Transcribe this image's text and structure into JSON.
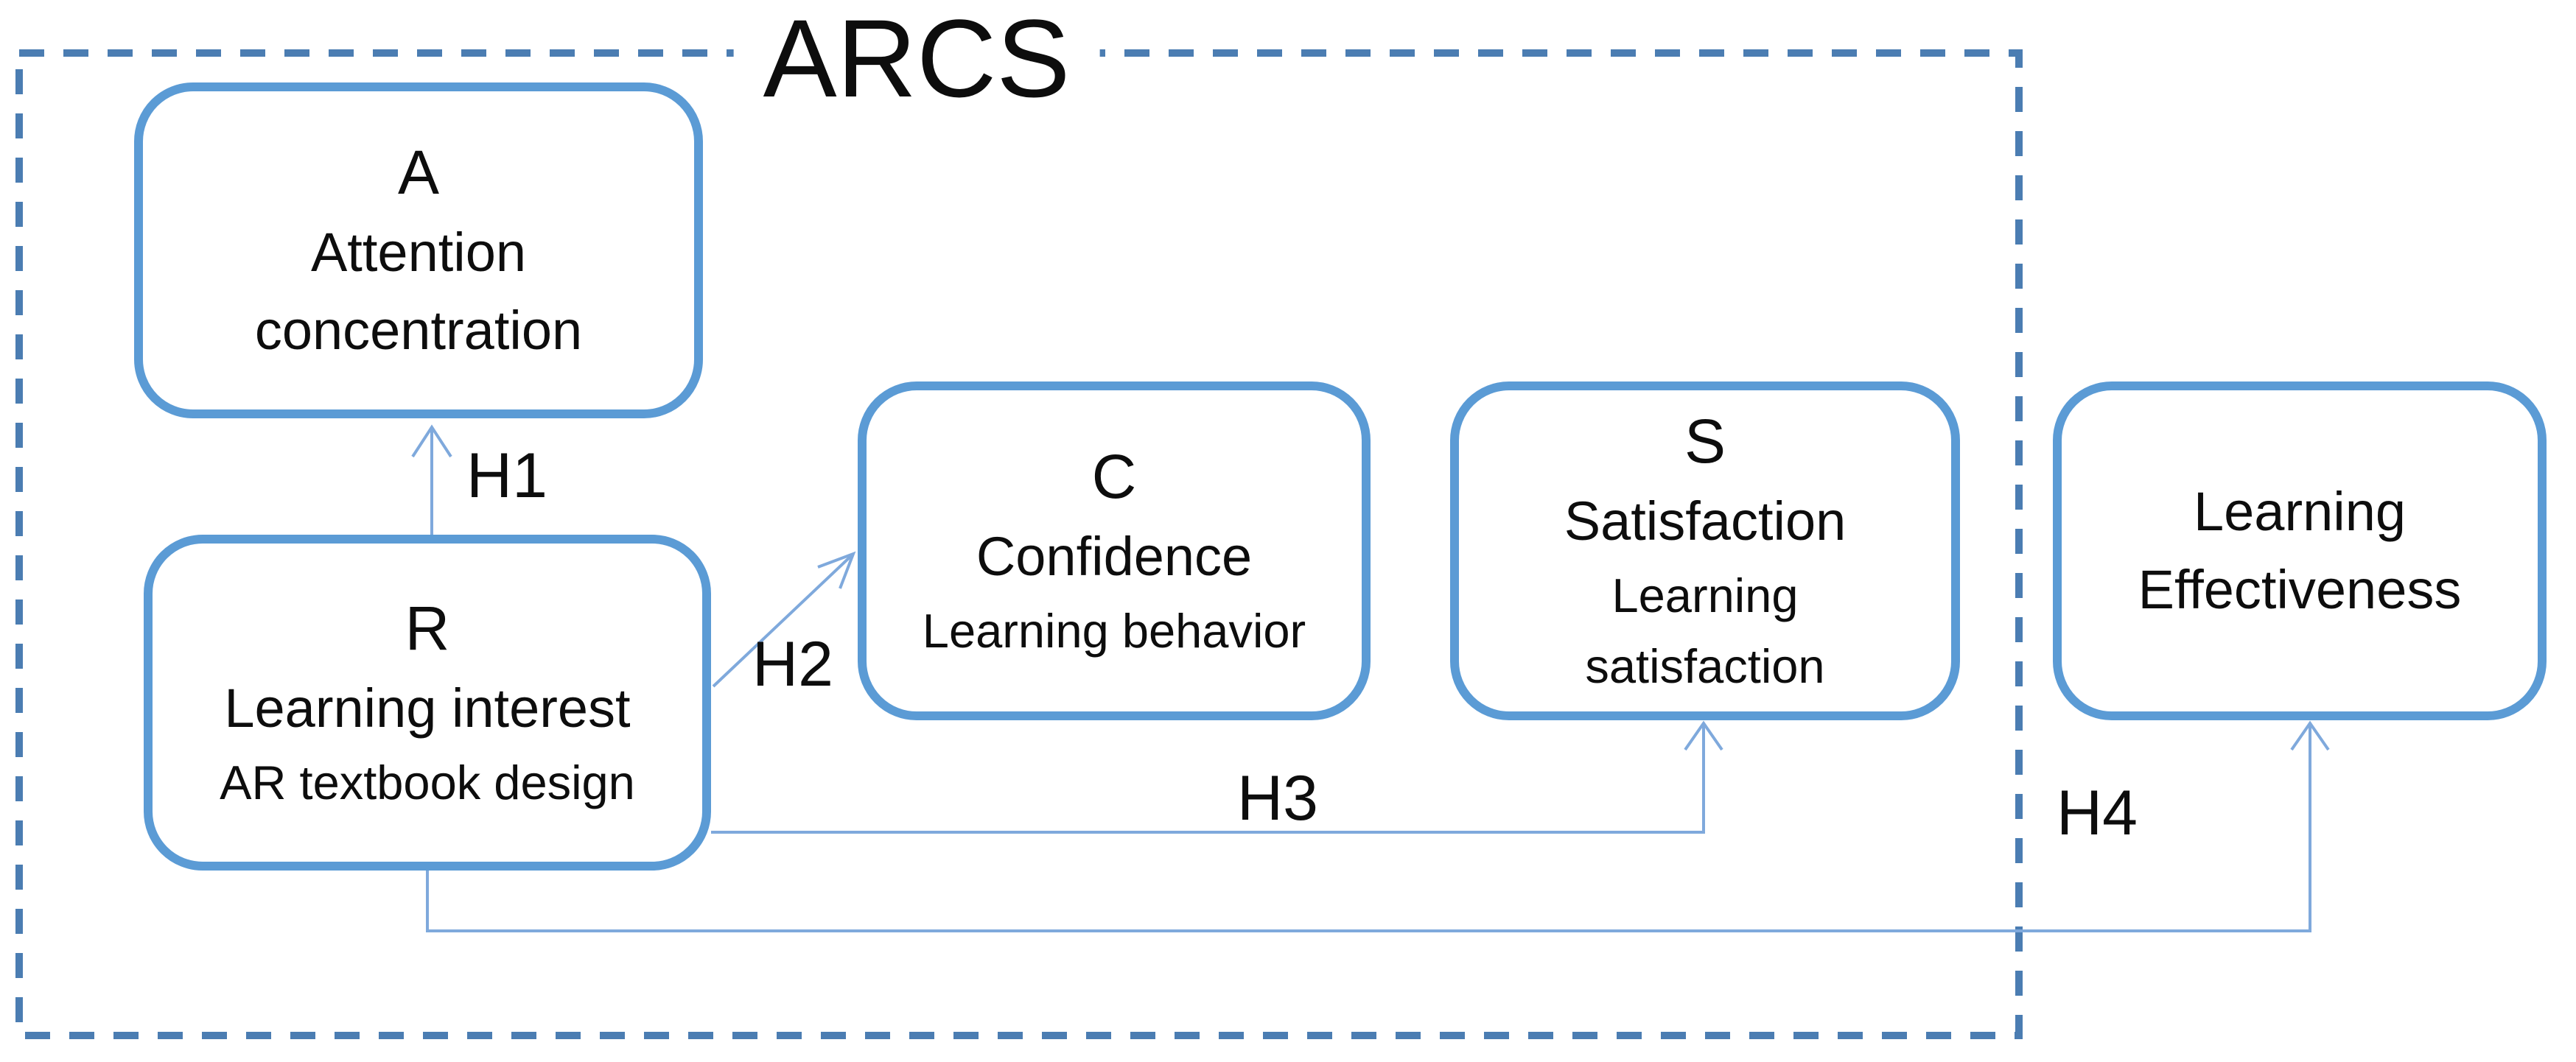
{
  "title": "ARCS",
  "boxes": {
    "attention": {
      "letter": "A",
      "lines": [
        "Attention",
        "concentration"
      ]
    },
    "interest": {
      "letter": "R",
      "name": "Learning interest",
      "sub": "AR textbook design"
    },
    "confidence": {
      "letter": "C",
      "name": "Confidence",
      "sub": "Learning behavior"
    },
    "satisfaction": {
      "letter": "S",
      "name": "Satisfaction",
      "sub_lines": [
        "Learning",
        "satisfaction"
      ]
    },
    "effectiveness": {
      "lines": [
        "Learning",
        "Effectiveness"
      ]
    }
  },
  "hypotheses": {
    "h1": {
      "label": "H1",
      "from": "R Learning interest",
      "to": "A Attention concentration"
    },
    "h2": {
      "label": "H2",
      "from": "R Learning interest",
      "to": "C Confidence"
    },
    "h3": {
      "label": "H3",
      "from": "R Learning interest",
      "to": "S Satisfaction"
    },
    "h4": {
      "label": "H4",
      "from": "R Learning interest",
      "to": "Learning Effectiveness"
    }
  },
  "colors": {
    "box_border": "#5B9BD5",
    "dashed_boundary": "#4B7DB2",
    "connector": "#7FA9DC",
    "text": "#0d0d0d"
  }
}
